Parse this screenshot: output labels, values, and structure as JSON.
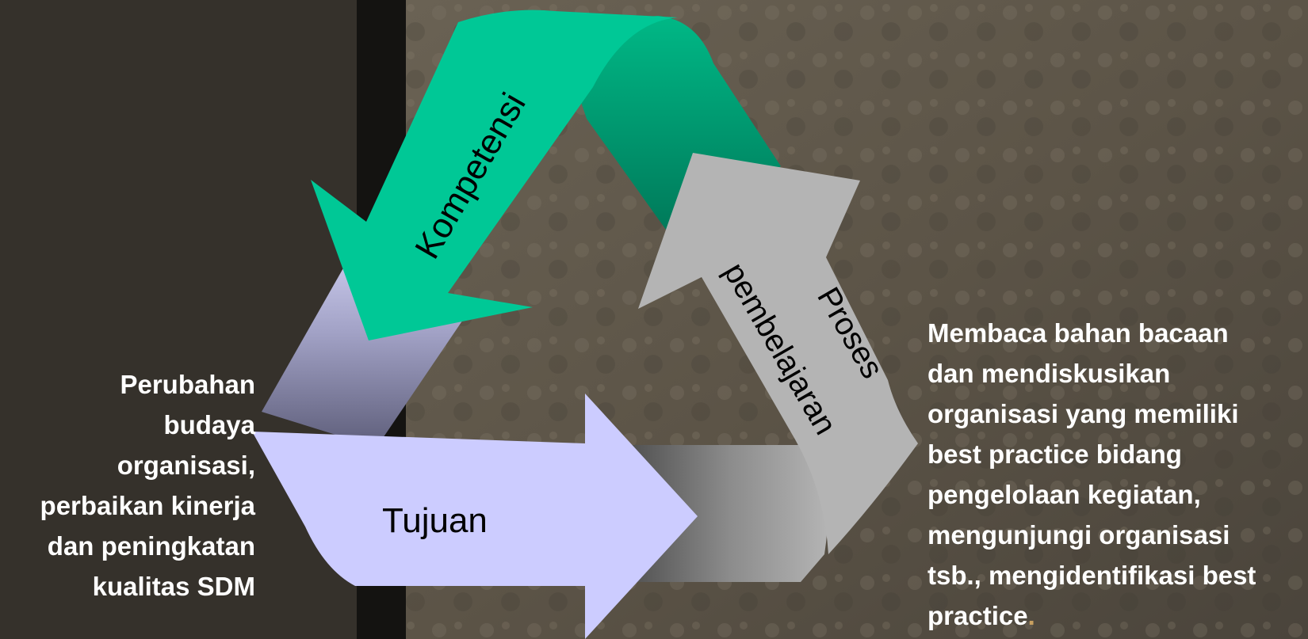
{
  "cycle": {
    "competency_label": "Kompetensi",
    "process_label_line1": "Proses",
    "process_label_line2": "pembelajaran",
    "goal_label": "Tujuan"
  },
  "left_note": {
    "lines": [
      "Perubahan",
      "budaya",
      "organisasi,",
      "perbaikan kinerja",
      "dan peningkatan",
      "kualitas SDM"
    ]
  },
  "right_note": {
    "lines": [
      "Membaca bahan bacaan",
      "dan mendiskusikan",
      "organisasi yang memiliki",
      "best practice bidang",
      "pengelolaan kegiatan,",
      "mengunjungi organisasi",
      "tsb., mengidentifikasi best"
    ],
    "last_word": "practice",
    "last_punct": "."
  },
  "colors": {
    "background_left": "#35312b",
    "competency_arrow": "#00c896",
    "process_arrow": "#b4b4b4",
    "goal_arrow": "#ccccff",
    "text": "#ffffff"
  }
}
